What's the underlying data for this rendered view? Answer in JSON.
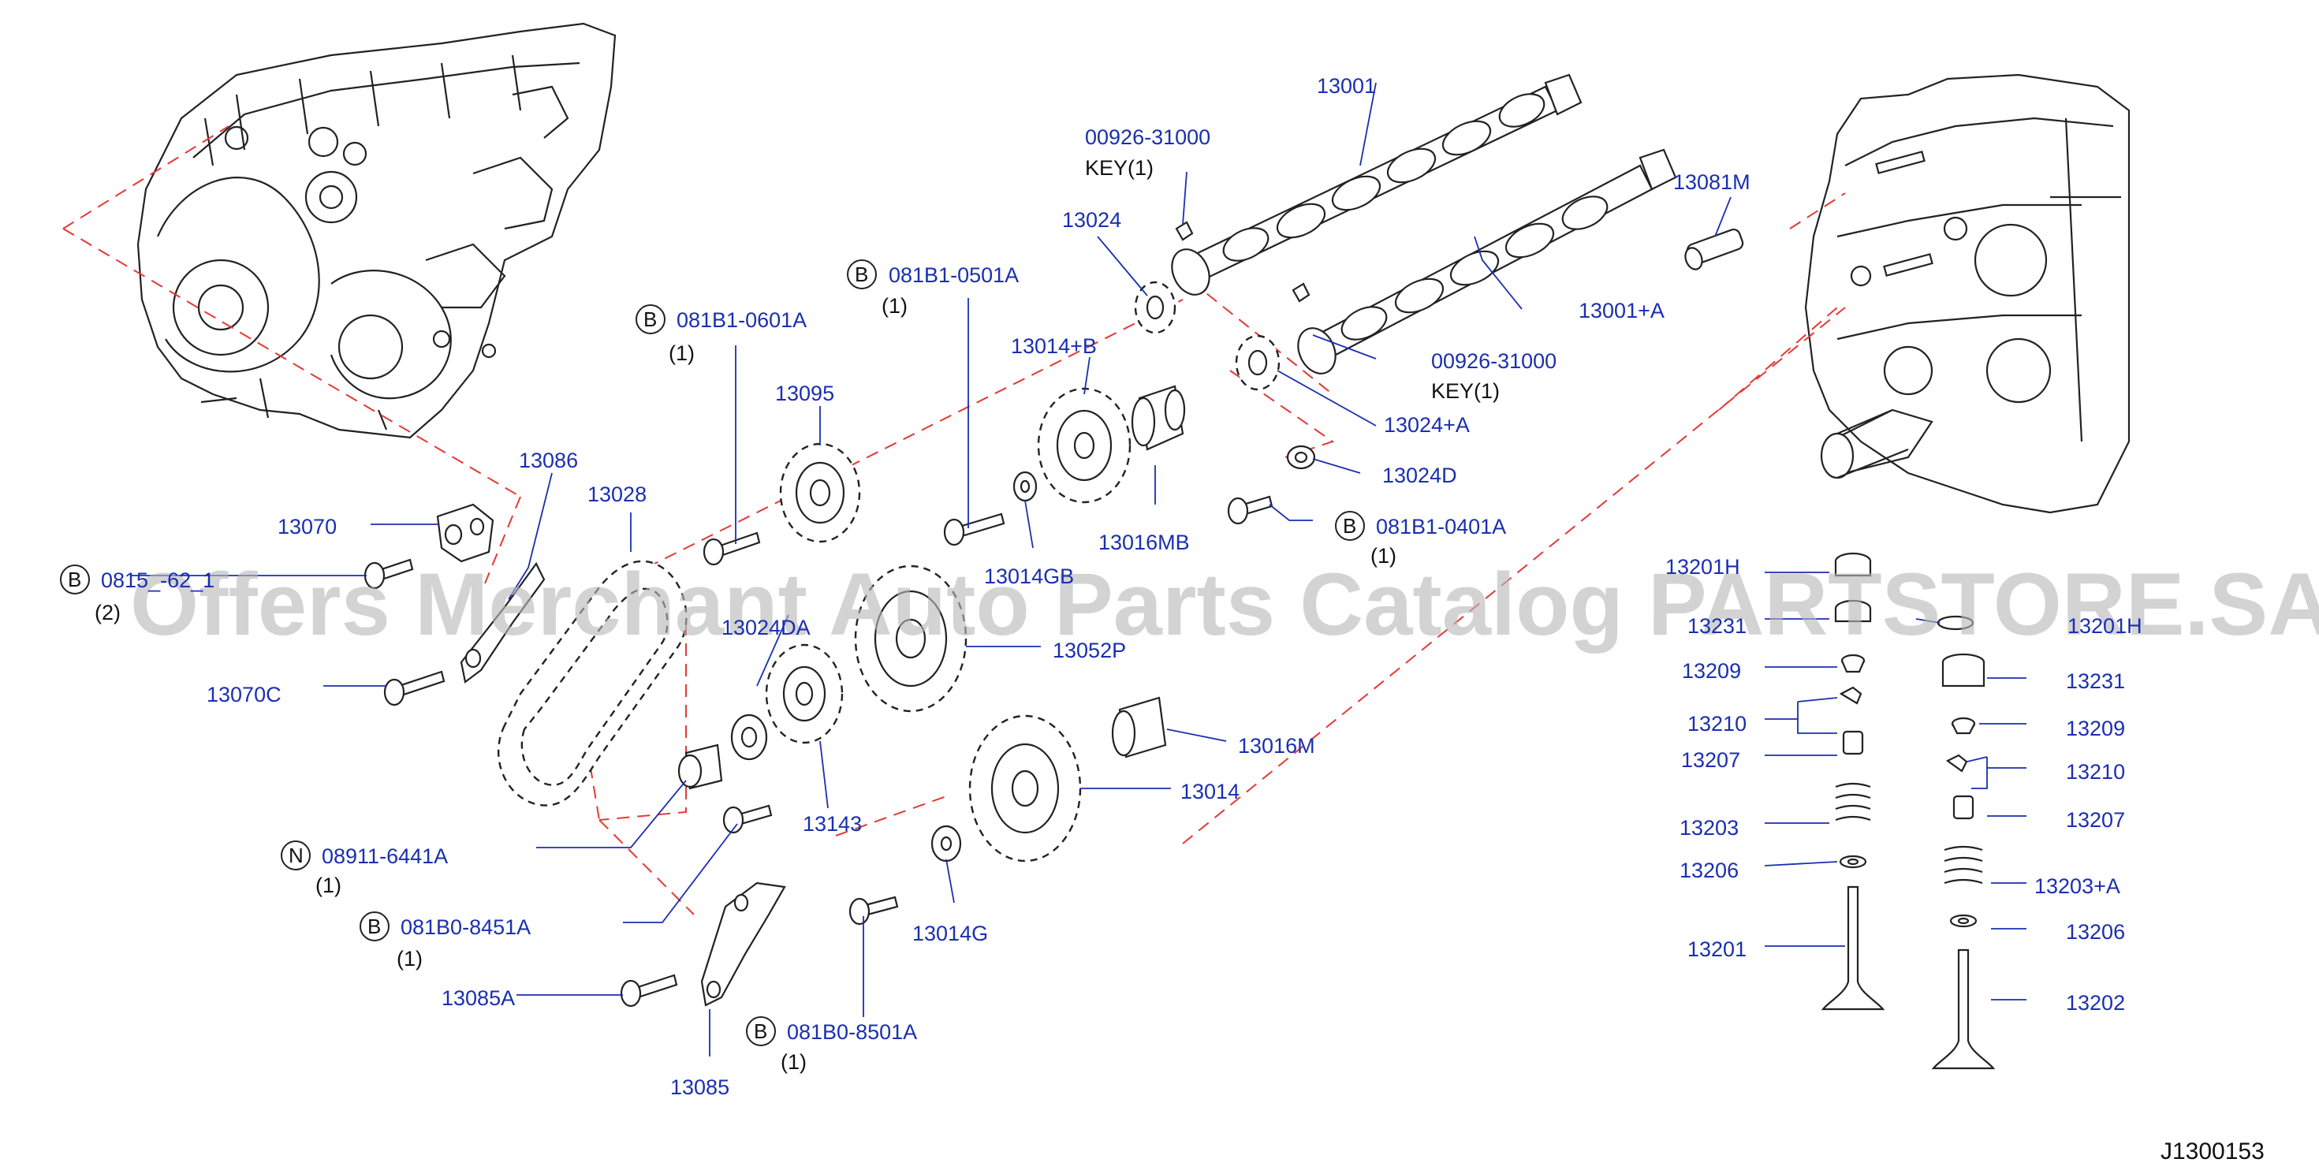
{
  "diagram_id": "J1300153",
  "watermark": "Offers Merchant Auto Parts Catalog PARTSTORE.SA",
  "parts": {
    "p13001": "13001",
    "p00926_top": "00926-31000",
    "key_top": "KEY(1)",
    "p13024": "13024",
    "p13081M": "13081M",
    "b081B1_0501A": "081B1-0501A",
    "qty_0501A": "(1)",
    "b081B1_0601A": "081B1-0601A",
    "qty_0601A": "(1)",
    "p13001A": "13001+A",
    "p13014B": "13014+B",
    "p00926_mid": "00926-31000",
    "key_mid": "KEY(1)",
    "p13095": "13095",
    "p13024A": "13024+A",
    "p13086": "13086",
    "p13028": "13028",
    "p13024D": "13024D",
    "p13070": "13070",
    "b081B1_0401A": "081B1-0401A",
    "qty_0401A": "(1)",
    "p13016MB": "13016MB",
    "b0815_partial": "0815_-62_1",
    "qty_0815": "(2)",
    "p13014GB": "13014GB",
    "p13201H_left": "13201H",
    "p13231_left": "13231",
    "p13201H_right": "13201H",
    "p13024DA": "13024DA",
    "p13052P": "13052P",
    "p13070C": "13070C",
    "p13209_left": "13209",
    "p13231_right": "13231",
    "p13210_left": "13210",
    "p13209_right": "13209",
    "p13016M": "13016M",
    "p13207_left": "13207",
    "p13014": "13014",
    "p13210_right": "13210",
    "p13143": "13143",
    "p13203": "13203",
    "p13207_right": "13207",
    "n08911_6441A": "08911-6441A",
    "qty_6441A": "(1)",
    "p13206_left": "13206",
    "p13203A": "13203+A",
    "b081B0_8451A": "081B0-8451A",
    "qty_8451A": "(1)",
    "p13014G": "13014G",
    "p13206_right": "13206",
    "p13201": "13201",
    "p13085A": "13085A",
    "p13202": "13202",
    "b081B0_8501A": "081B0-8501A",
    "qty_8501A": "(1)",
    "p13085": "13085"
  },
  "circles": {
    "B": "B",
    "N": "N"
  }
}
